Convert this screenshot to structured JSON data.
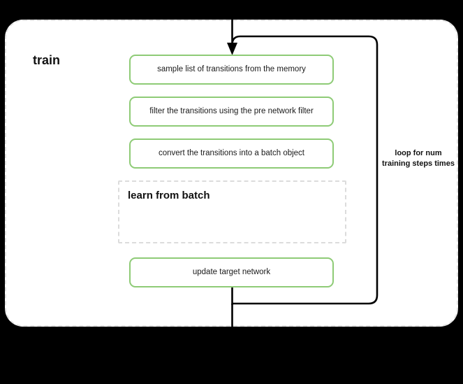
{
  "diagram": {
    "title": "train",
    "background_color": "#000000",
    "container": {
      "name": "train",
      "label": "train",
      "border_style": "dashed",
      "border_color": "#e3e3e3",
      "fill_color": "#ffffff"
    },
    "accent_color": "#8ecb76",
    "line_color": "#000000",
    "steps": [
      {
        "id": "sample",
        "label": "sample list of transitions from the memory",
        "style": "solid-green-rounded"
      },
      {
        "id": "filter",
        "label": "filter the transitions using the pre network filter",
        "style": "solid-green-rounded"
      },
      {
        "id": "convert",
        "label": "convert the transitions into a batch object",
        "style": "solid-green-rounded"
      },
      {
        "id": "update",
        "label": "update target network",
        "style": "solid-green-rounded"
      }
    ],
    "subblock": {
      "id": "learn-from-batch",
      "label": "learn from batch",
      "border_style": "dashed",
      "border_color": "#dcdcdc"
    },
    "loop": {
      "id": "num-training-steps-loop",
      "caption": "loop for num training steps times"
    },
    "arrows": [
      {
        "id": "entry-arrow",
        "from": "top",
        "to": "sample",
        "head": "down"
      },
      {
        "id": "loop-back-arrow",
        "from": "update",
        "to": "sample",
        "head": "down"
      },
      {
        "id": "exit-line",
        "from": "update",
        "to": "bottom",
        "head": "none"
      }
    ]
  }
}
